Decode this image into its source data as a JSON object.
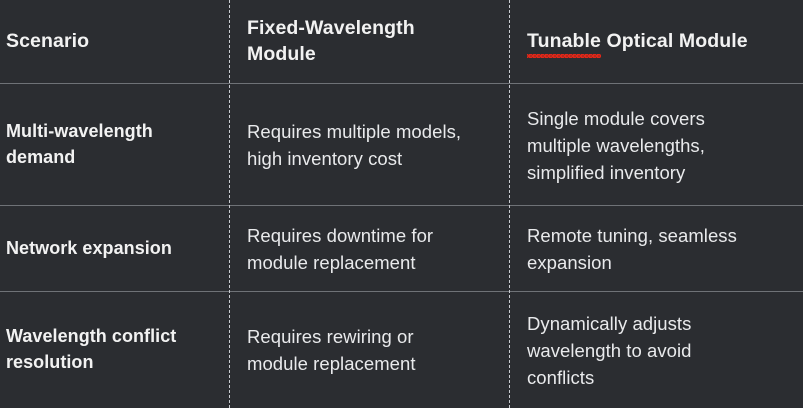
{
  "table": {
    "background_color": "#2b2d31",
    "text_color": "#f2f2f2",
    "body_text_color": "#e9eaec",
    "rule_color": "#6f7277",
    "dashed_rule_color": "#c9ccd1",
    "spellcheck_color": "#e02718",
    "headers": [
      "Scenario",
      "Fixed-Wavelength\nModule",
      "Tunable Optical Module"
    ],
    "header_spellcheck_word": "Tunable",
    "header_spellcheck_rest": " Optical Module",
    "rows": [
      {
        "scenario": "Multi-wavelength\ndemand",
        "fixed_wavelength_module": "Requires multiple models,\nhigh inventory cost",
        "tunable_optical_module": "Single module covers\nmultiple wavelengths,\nsimplified inventory"
      },
      {
        "scenario": "Network expansion",
        "fixed_wavelength_module": "Requires downtime for\nmodule replacement",
        "tunable_optical_module": "Remote tuning, seamless\nexpansion"
      },
      {
        "scenario": "Wavelength conflict\nresolution",
        "fixed_wavelength_module": "Requires rewiring or\nmodule replacement",
        "tunable_optical_module": "Dynamically adjusts\nwavelength to avoid\nconflicts"
      }
    ]
  }
}
